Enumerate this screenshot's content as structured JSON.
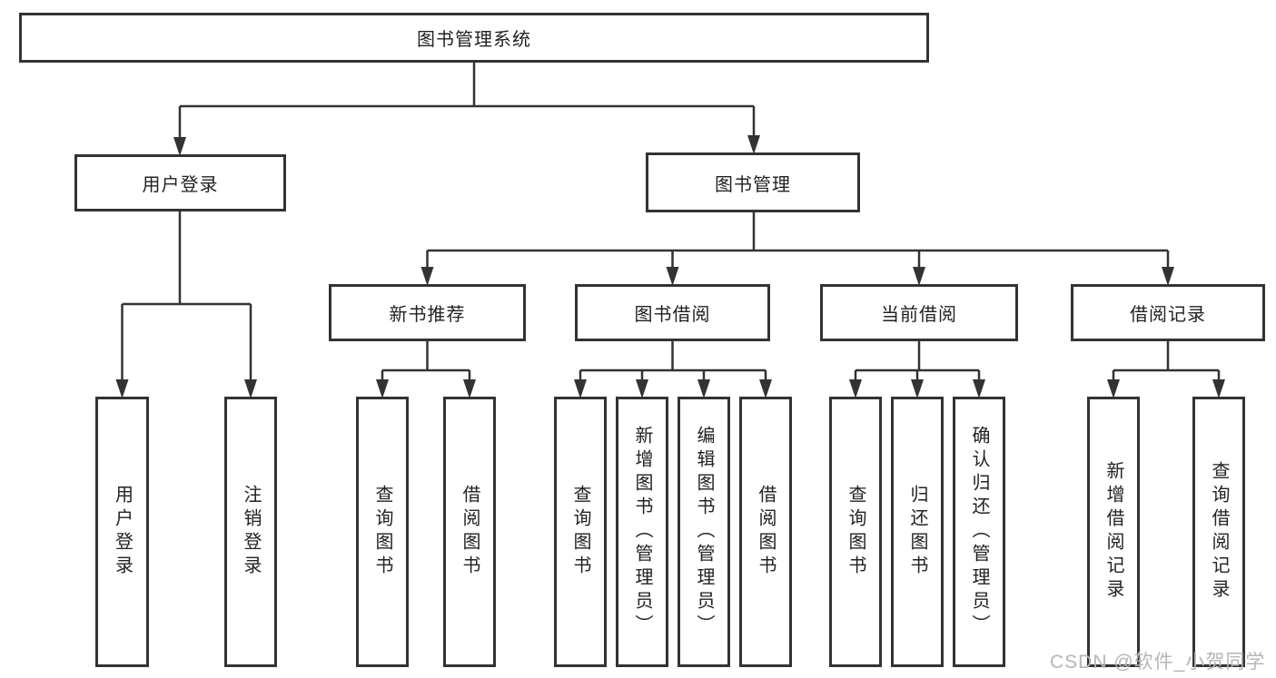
{
  "tree": {
    "label": "图书管理系统",
    "children": [
      {
        "label": "用户登录",
        "children": [
          {
            "label": "用户登录"
          },
          {
            "label": "注销登录"
          }
        ]
      },
      {
        "label": "图书管理",
        "children": [
          {
            "label": "新书推荐",
            "children": [
              {
                "label": "查询图书"
              },
              {
                "label": "借阅图书"
              }
            ]
          },
          {
            "label": "图书借阅",
            "children": [
              {
                "label": "查询图书"
              },
              {
                "label": "新增图书（管理员）"
              },
              {
                "label": "编辑图书（管理员）"
              },
              {
                "label": "借阅图书"
              }
            ]
          },
          {
            "label": "当前借阅",
            "children": [
              {
                "label": "查询图书"
              },
              {
                "label": "归还图书"
              },
              {
                "label": "确认归还（管理员）"
              }
            ]
          },
          {
            "label": "借阅记录",
            "children": [
              {
                "label": "新增借阅记录"
              },
              {
                "label": "查询借阅记录"
              }
            ]
          }
        ]
      }
    ]
  },
  "watermark": {
    "text": "CSDN @软件_小贺同学"
  },
  "colors": {
    "line": "#333333",
    "node_border": "#333333",
    "node_background": "#ffffff",
    "text": "#222222",
    "watermark_text": "#b5b5b5",
    "page_background": "#ffffff"
  }
}
